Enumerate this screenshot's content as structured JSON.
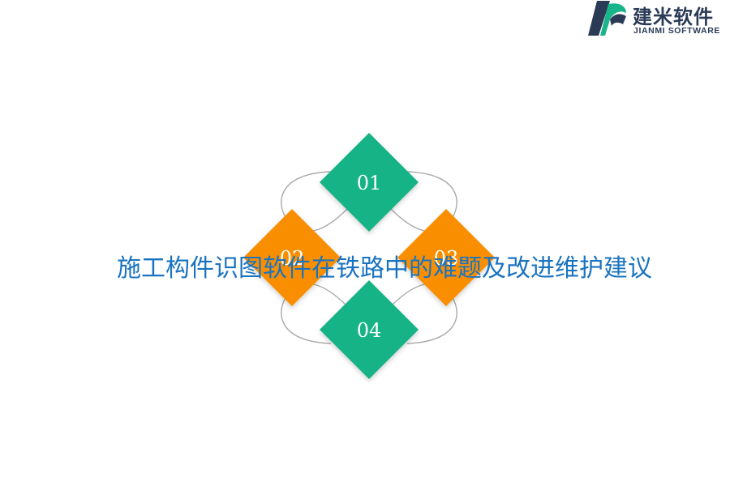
{
  "logo": {
    "name_cn": "建米软件",
    "name_en": "JIANMI SOFTWARE"
  },
  "diagram": {
    "items": [
      {
        "label": "01",
        "color": "#13b386"
      },
      {
        "label": "02",
        "color": "#f98f00"
      },
      {
        "label": "03",
        "color": "#f98f00"
      },
      {
        "label": "04",
        "color": "#13b386"
      }
    ]
  },
  "title": "施工构件识图软件在铁路中的难题及改进维护建议"
}
